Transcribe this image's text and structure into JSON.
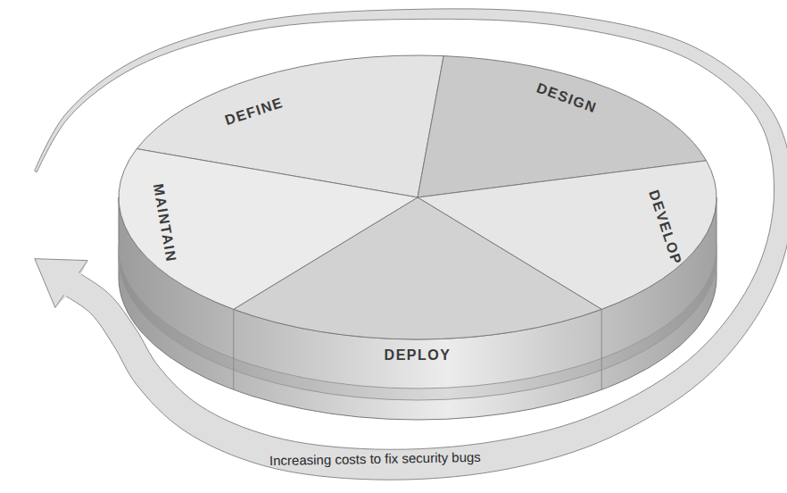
{
  "diagram": {
    "nodes": [
      {
        "text": [
          "DEFINE"
        ]
      },
      {
        "text": [
          "DESIGN"
        ]
      },
      {
        "text": [
          "DEVELOP"
        ]
      },
      {
        "text": [
          "DEPLOY"
        ]
      },
      {
        "text": [
          "MAINTAIN"
        ]
      }
    ],
    "labels": [
      "Increasing costs to fix security bugs"
    ]
  }
}
